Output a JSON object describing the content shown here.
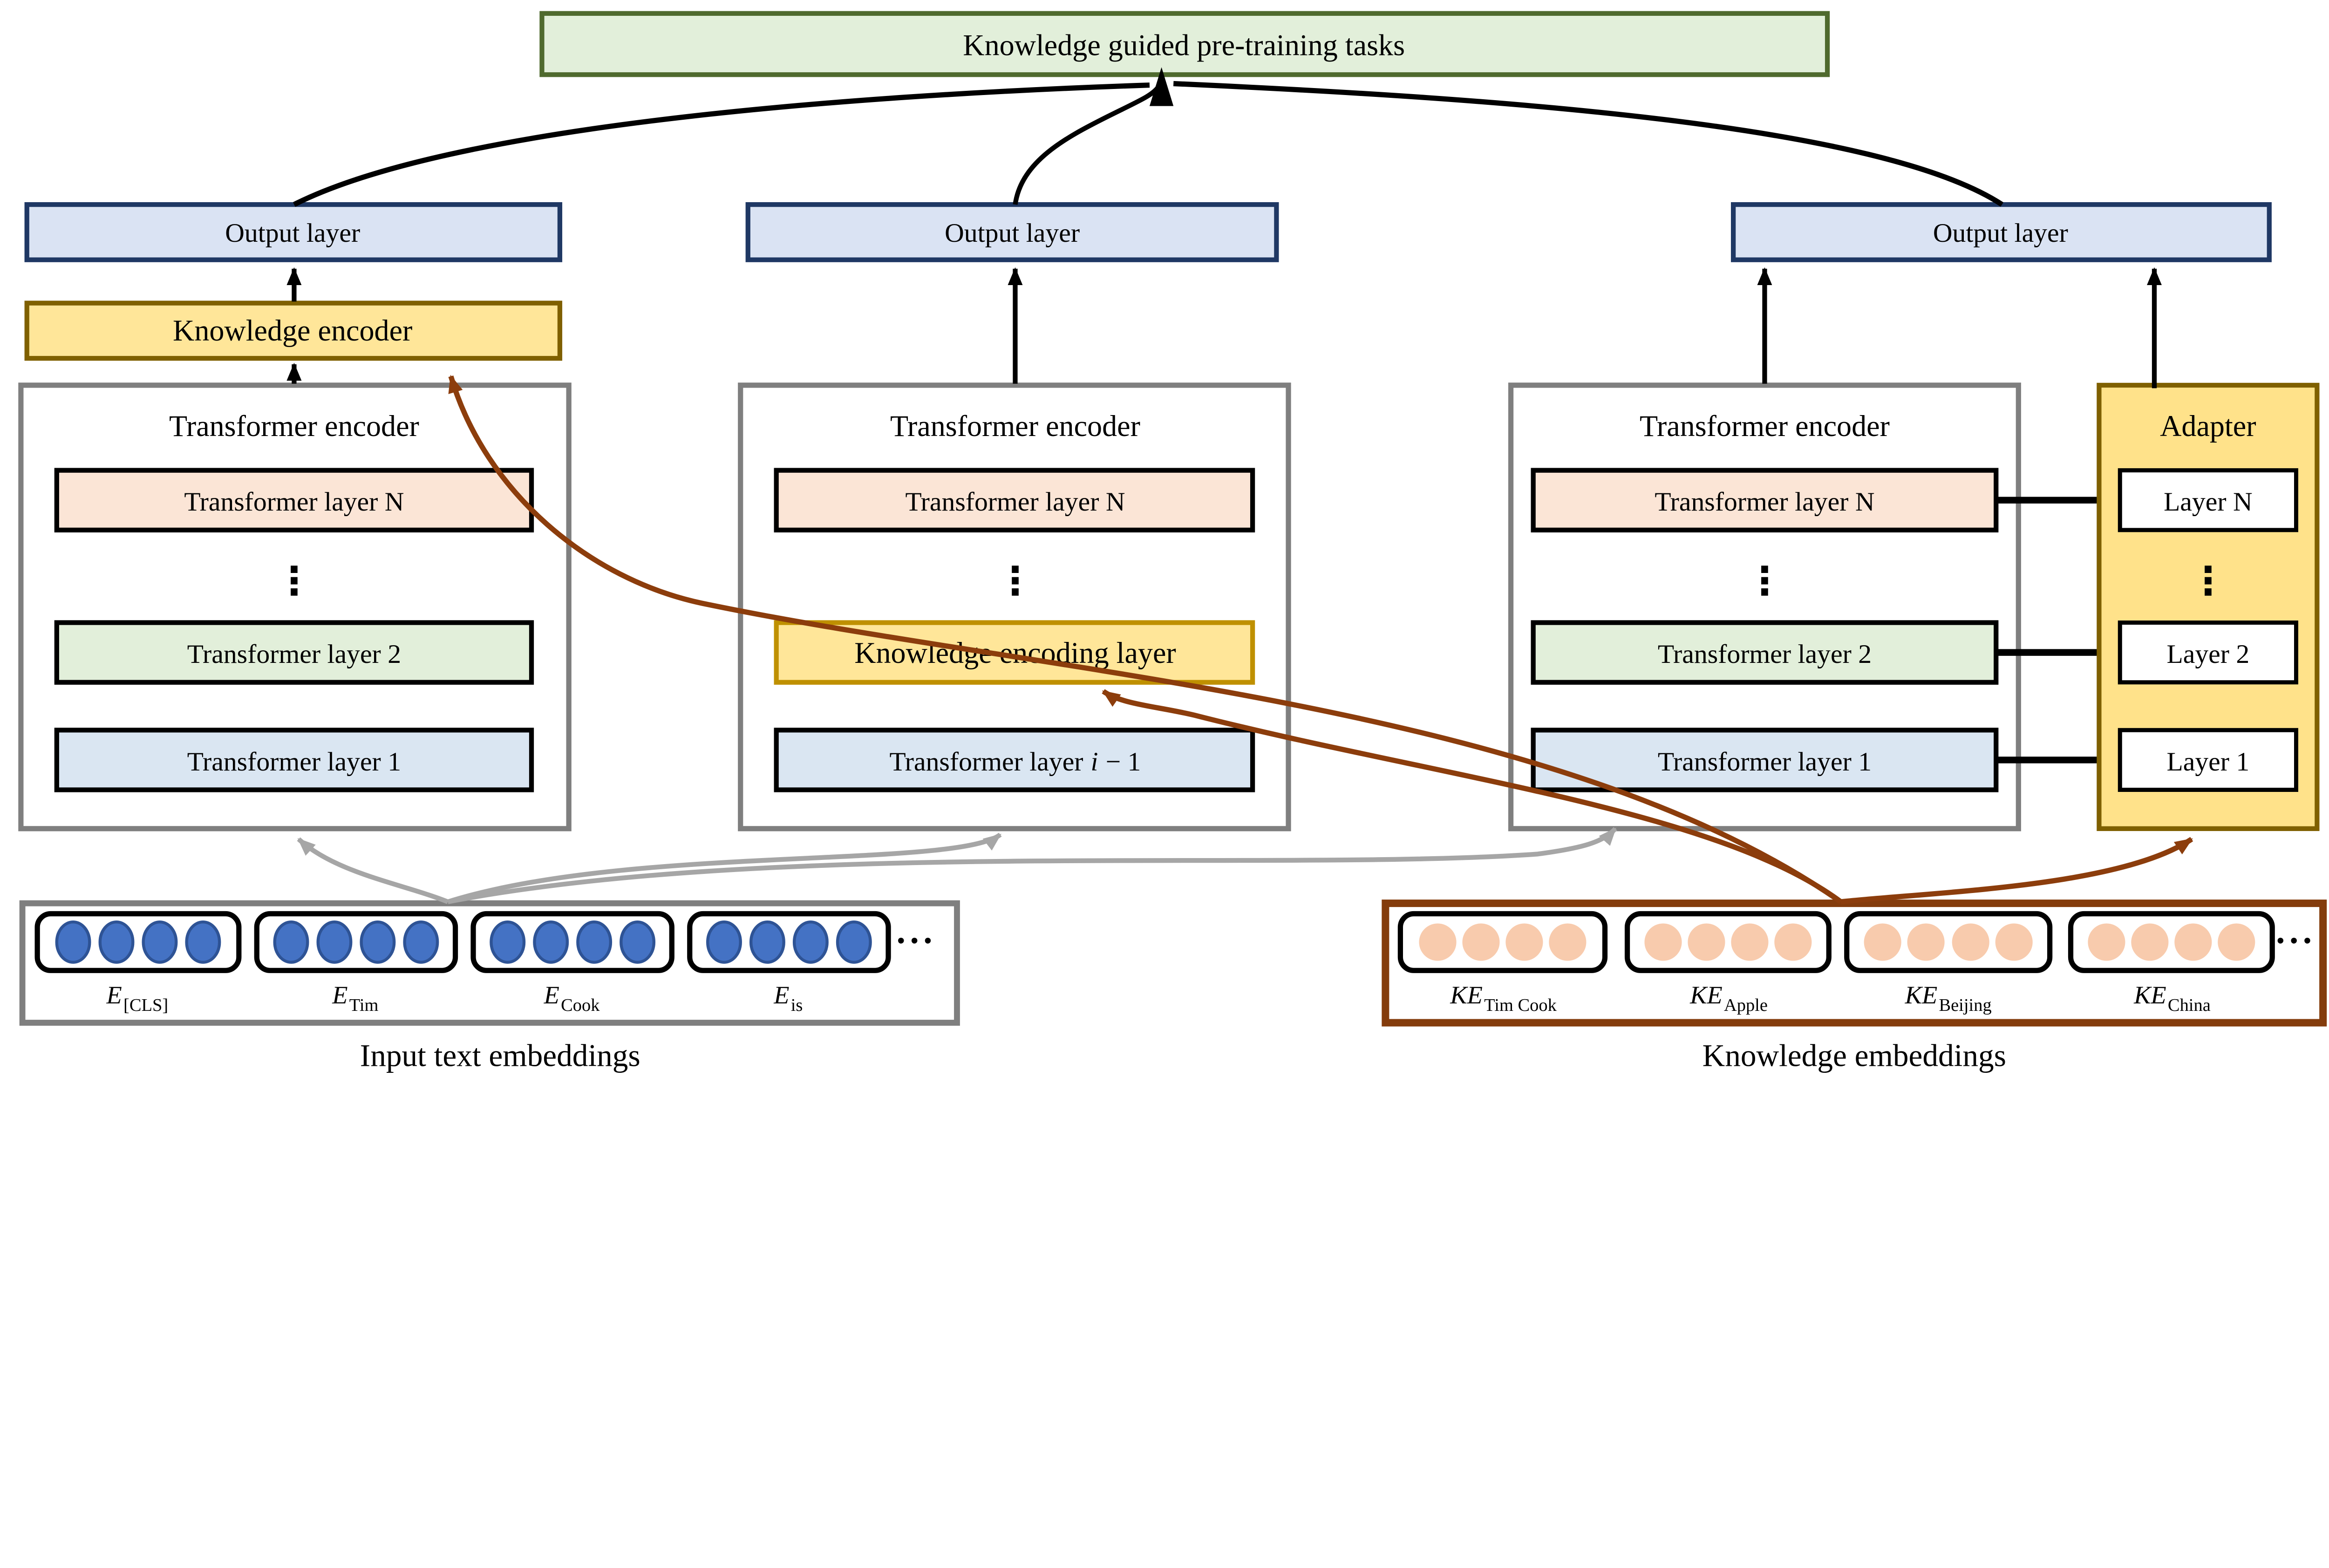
{
  "top": {
    "label": "Knowledge guided pre-training tasks"
  },
  "left": {
    "output": "Output layer",
    "knowledge_encoder": "Knowledge encoder",
    "title": "Transformer encoder",
    "layer_n": "Transformer layer N",
    "layer_2": "Transformer layer 2",
    "layer_1": "Transformer layer 1",
    "dots": "⋮"
  },
  "middle": {
    "output": "Output layer",
    "title": "Transformer encoder",
    "layer_n": "Transformer layer N",
    "knowledge_encoding_layer": "Knowledge encoding layer",
    "layer_i": {
      "prefix": "Transformer layer",
      "var": "i",
      "suffix": "− 1"
    },
    "dots": "⋮"
  },
  "right": {
    "output": "Output layer",
    "title": "Transformer encoder",
    "layer_n": "Transformer layer N",
    "layer_2": "Transformer layer 2",
    "layer_1": "Transformer layer 1",
    "dots": "⋮"
  },
  "adapter": {
    "title": "Adapter",
    "layer_n": "Layer N",
    "layer_2": "Layer 2",
    "layer_1": "Layer 1",
    "dots": "⋮"
  },
  "input_embeddings": {
    "caption": "Input text embeddings",
    "ellipsis": "···",
    "items": [
      {
        "base": "E",
        "sub": "[CLS]"
      },
      {
        "base": "E",
        "sub": "Tim"
      },
      {
        "base": "E",
        "sub": "Cook"
      },
      {
        "base": "E",
        "sub": "is"
      }
    ]
  },
  "knowledge_embeddings": {
    "caption": "Knowledge embeddings",
    "ellipsis": "···",
    "items": [
      {
        "base": "KE",
        "sub": "Tim Cook"
      },
      {
        "base": "KE",
        "sub": "Apple"
      },
      {
        "base": "KE",
        "sub": "Beijing"
      },
      {
        "base": "KE",
        "sub": "China"
      }
    ]
  },
  "colors": {
    "task_fill": "#e2efda",
    "task_stroke": "#4f6a2e",
    "output_fill": "#dae3f3",
    "output_stroke": "#1f3864",
    "kenc_fill": "#ffe699",
    "kenc_stroke": "#7f6000",
    "kel_fill": "#ffe699",
    "kel_stroke": "#bf9000",
    "adapter_fill": "#ffe28a",
    "adapter_stroke": "#7f6000",
    "encoder_fill": "#ffffff",
    "encoder_stroke": "#7f7f7f",
    "layer_stroke": "#000000",
    "layer_n_fill": "#fbe5d6",
    "layer_2_fill": "#e2efda",
    "layer_1_fill": "#dae6f2",
    "white": "#ffffff",
    "input_border": "#7f7f7f",
    "knowledge_border": "#843c0c",
    "token_fill": "#4472c4",
    "token_stroke": "#2e5395",
    "ke_token_fill": "#f8cbad",
    "arrow_black": "#000000",
    "arrow_gray": "#a6a6a6",
    "arrow_brown": "#8c3d0c"
  }
}
